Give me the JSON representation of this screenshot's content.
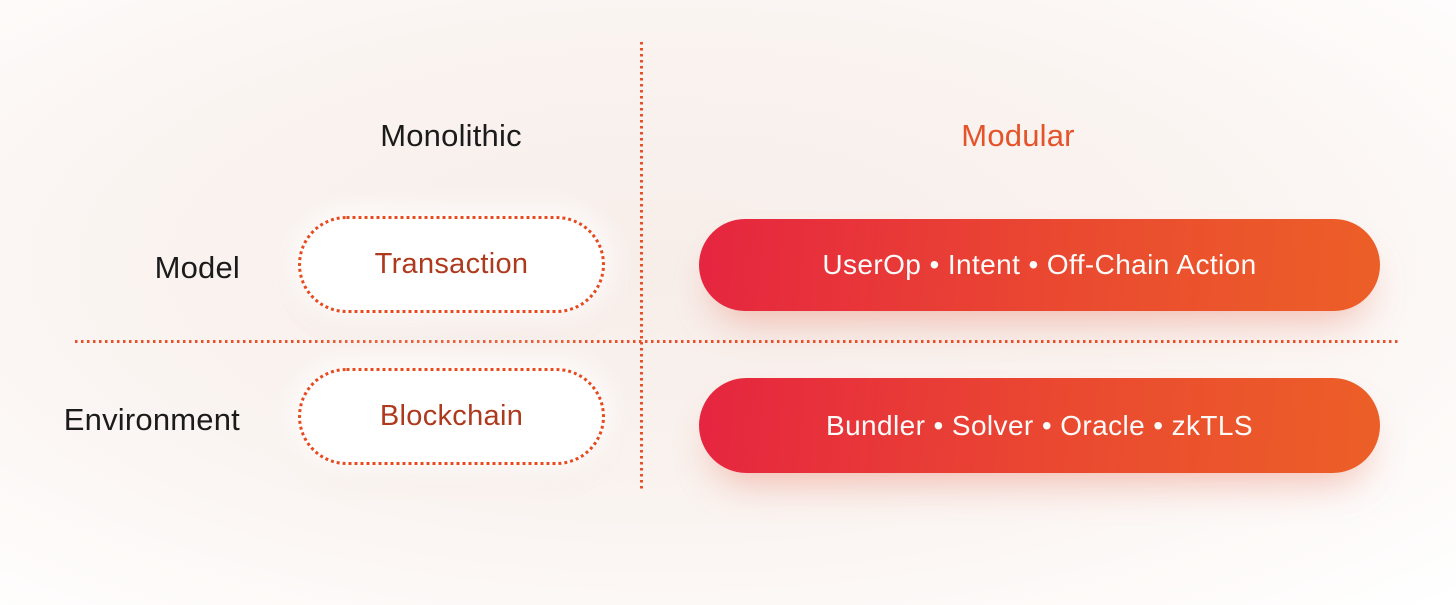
{
  "diagram": {
    "type": "2x2 comparison matrix",
    "columns": [
      {
        "id": "monolithic",
        "label": "Monolithic"
      },
      {
        "id": "modular",
        "label": "Modular"
      }
    ],
    "rows": [
      {
        "id": "model",
        "label": "Model"
      },
      {
        "id": "environment",
        "label": "Environment"
      }
    ],
    "cells": {
      "model_monolithic": {
        "label": "Transaction",
        "style": "dashed-outline-pill"
      },
      "model_modular": {
        "label": "UserOp • Intent • Off-Chain Action",
        "items": [
          "UserOp",
          "Intent",
          "Off-Chain Action"
        ],
        "style": "gradient-pill"
      },
      "environment_monolithic": {
        "label": "Blockchain",
        "style": "dashed-outline-pill"
      },
      "environment_modular": {
        "label": "Bundler • Solver • Oracle • zkTLS",
        "items": [
          "Bundler",
          "Solver",
          "Oracle",
          "zkTLS"
        ],
        "style": "gradient-pill"
      }
    },
    "colors": {
      "accent_orange": "#e5532a",
      "dotted_line": "#e8502a",
      "dashed_border": "#e84a1f",
      "dashed_pill_text": "#ae3a1e",
      "gradient_start": "#e62540",
      "gradient_end": "#ec5f27",
      "heading_text": "#1b1b1b",
      "pill_text_light": "#fefcfb",
      "background_tint": "#f7eeea"
    }
  }
}
